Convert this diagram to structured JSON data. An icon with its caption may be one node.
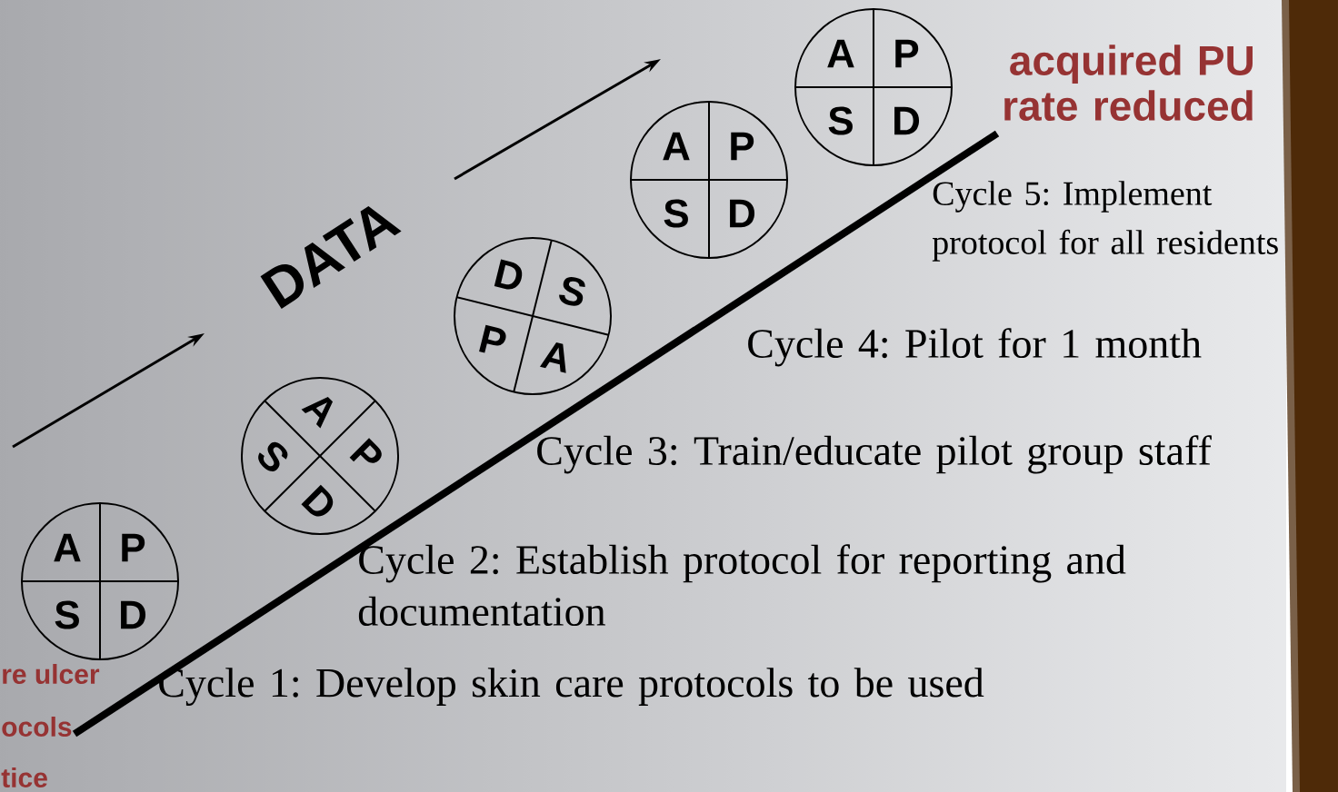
{
  "diagram": {
    "nodes": [
      {
        "text": [
          "A",
          "P",
          "S",
          "D"
        ]
      },
      {
        "text": [
          "A",
          "S",
          "P",
          "D"
        ]
      },
      {
        "text": [
          "D",
          "S",
          "P",
          "A"
        ]
      },
      {
        "text": [
          "A",
          "P",
          "S",
          "D"
        ]
      },
      {
        "text": [
          "A",
          "P",
          "S",
          "D"
        ]
      }
    ],
    "edges": [],
    "labels": [
      "acquired PU rate reduced",
      "DATA",
      "Cycle 5: Implement protocol for all residents",
      "Cycle 4: Pilot for 1 month",
      "Cycle 3: Train/educate pilot group staff",
      "Cycle 2: Establish protocol for reporting and documentation",
      "re ulcer",
      "Cycle 1: Develop skin care protocols to be used",
      "ocols",
      "tice"
    ]
  }
}
